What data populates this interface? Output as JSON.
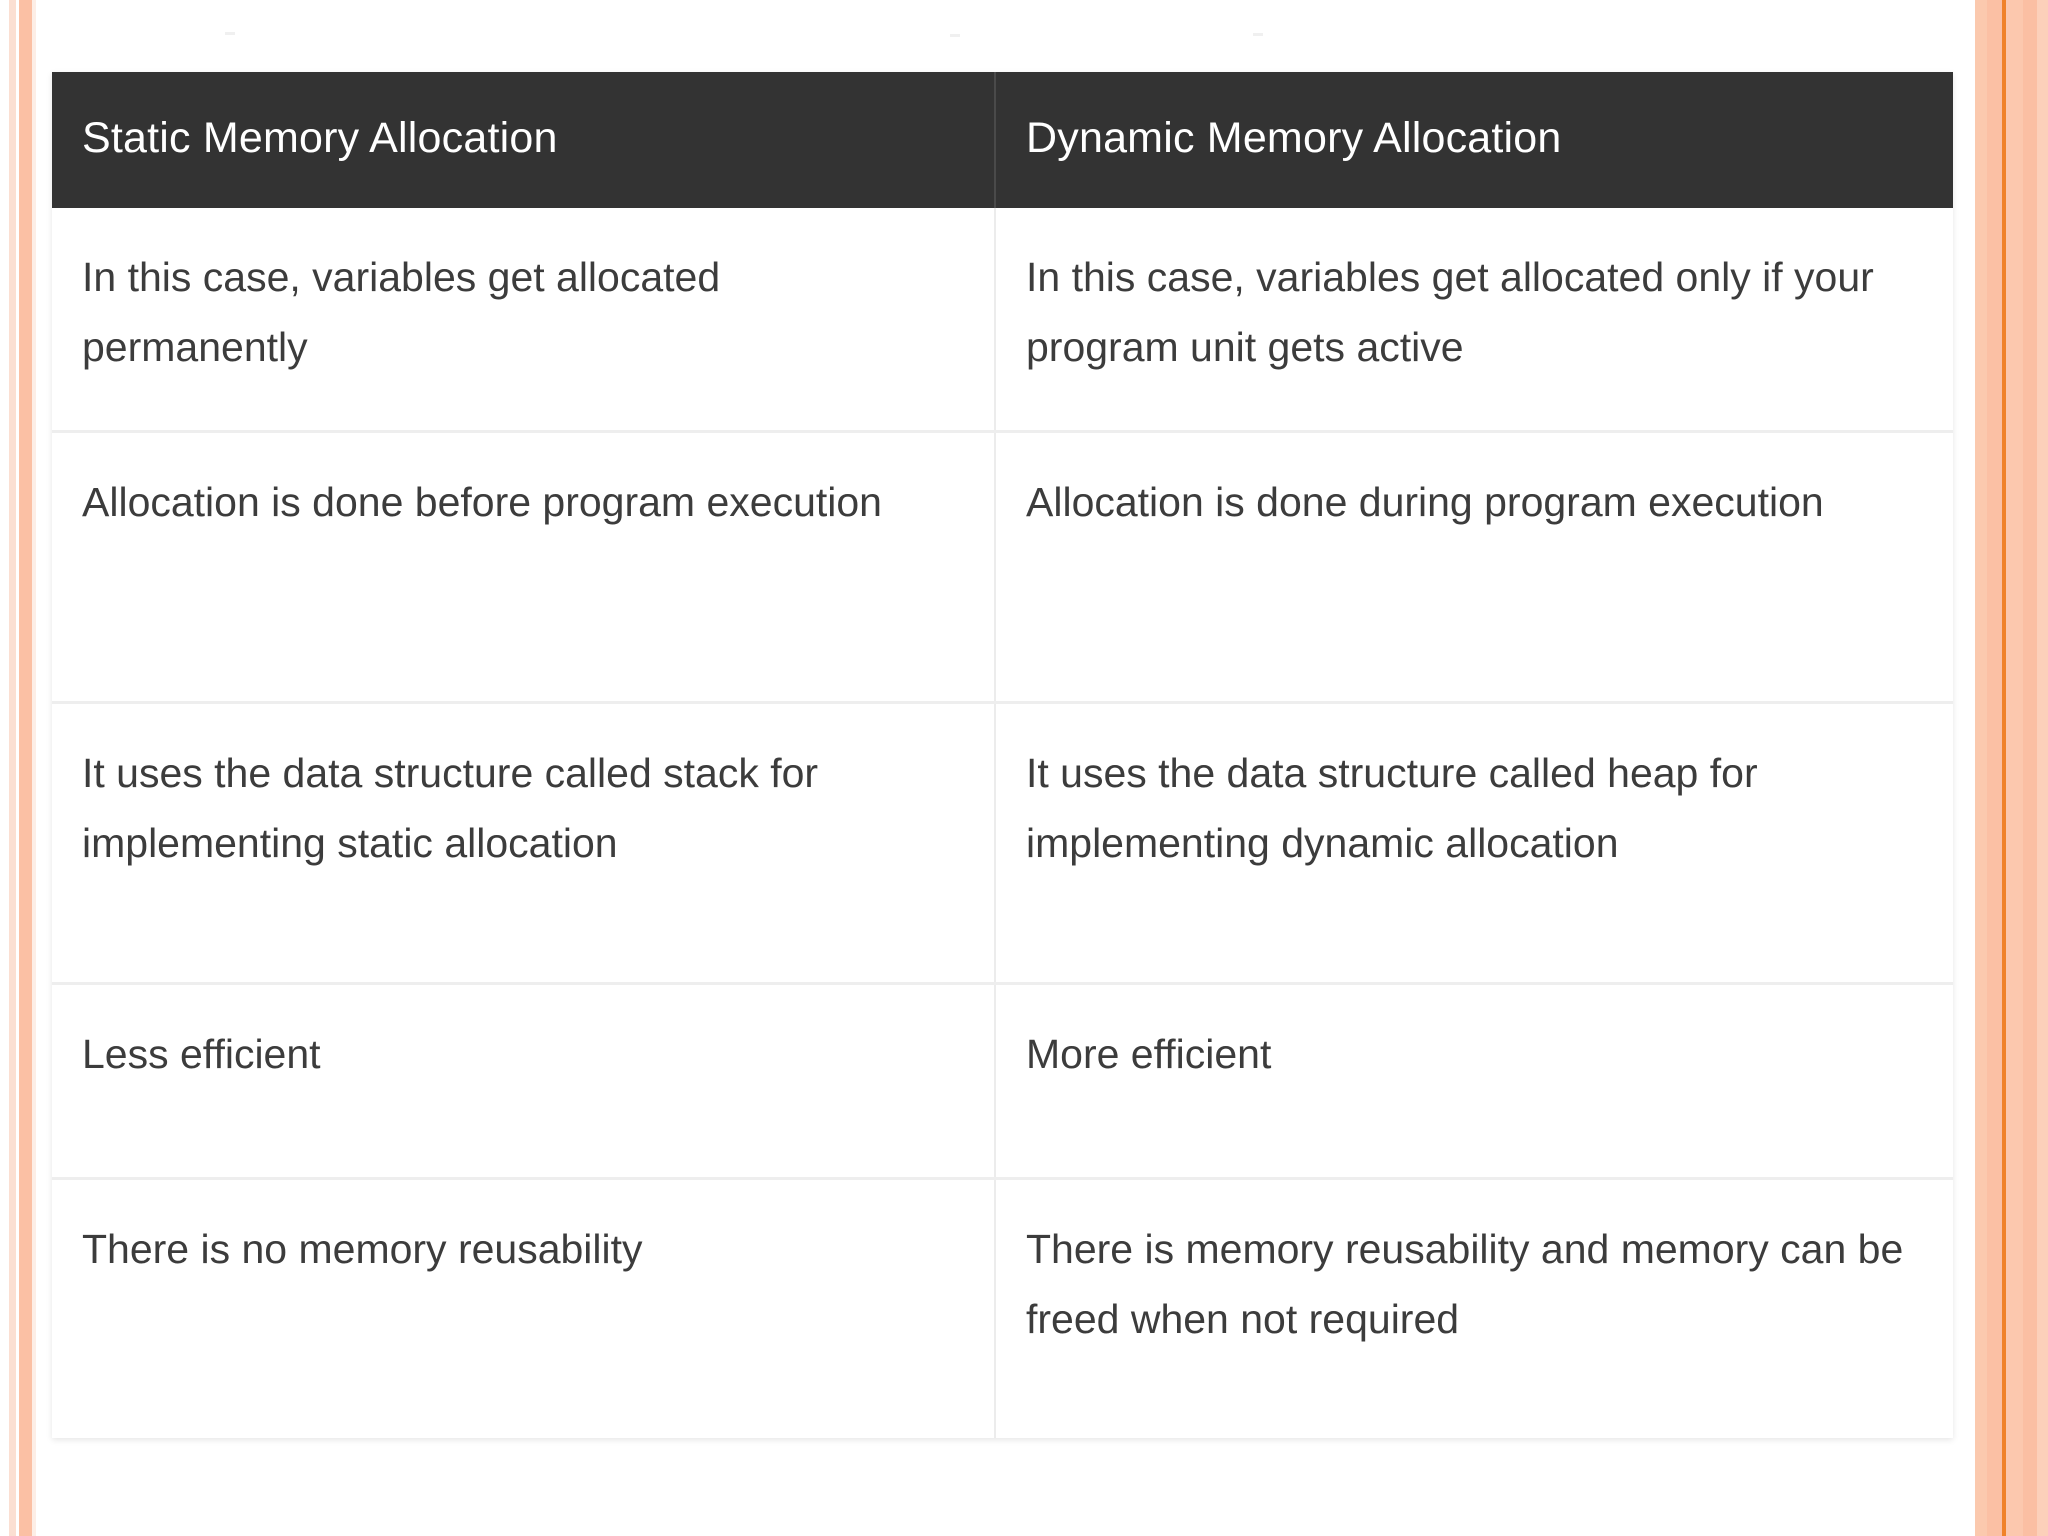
{
  "slide": {
    "background_color": "#ffffff",
    "border": {
      "accent_color": "#fbc0a4",
      "accent_line_color": "#f0822a",
      "pale_color": "#fbdfd2"
    }
  },
  "table": {
    "name": "static-vs-dynamic-memory-allocation",
    "header_background": "#333333",
    "header_text_color": "#ffffff",
    "body_text_color": "#3c3c3c",
    "grid_color": "#eeeeee",
    "columns": [
      "Static Memory Allocation",
      "Dynamic Memory Allocation"
    ],
    "rows": [
      {
        "static": "In this case, variables get allocated permanently",
        "dynamic": "In this case, variables get allocated only if your program unit gets active"
      },
      {
        "static": "Allocation is done before program execution",
        "dynamic": "Allocation is done during program execution"
      },
      {
        "static": "It uses the data structure called stack for implementing static allocation",
        "dynamic": "It uses the data structure called heap for implementing dynamic allocation"
      },
      {
        "static": "Less efficient",
        "dynamic": "More efficient"
      },
      {
        "static": "There is no memory reusability",
        "dynamic": "There is memory reusability and memory can be freed when not required"
      }
    ]
  }
}
